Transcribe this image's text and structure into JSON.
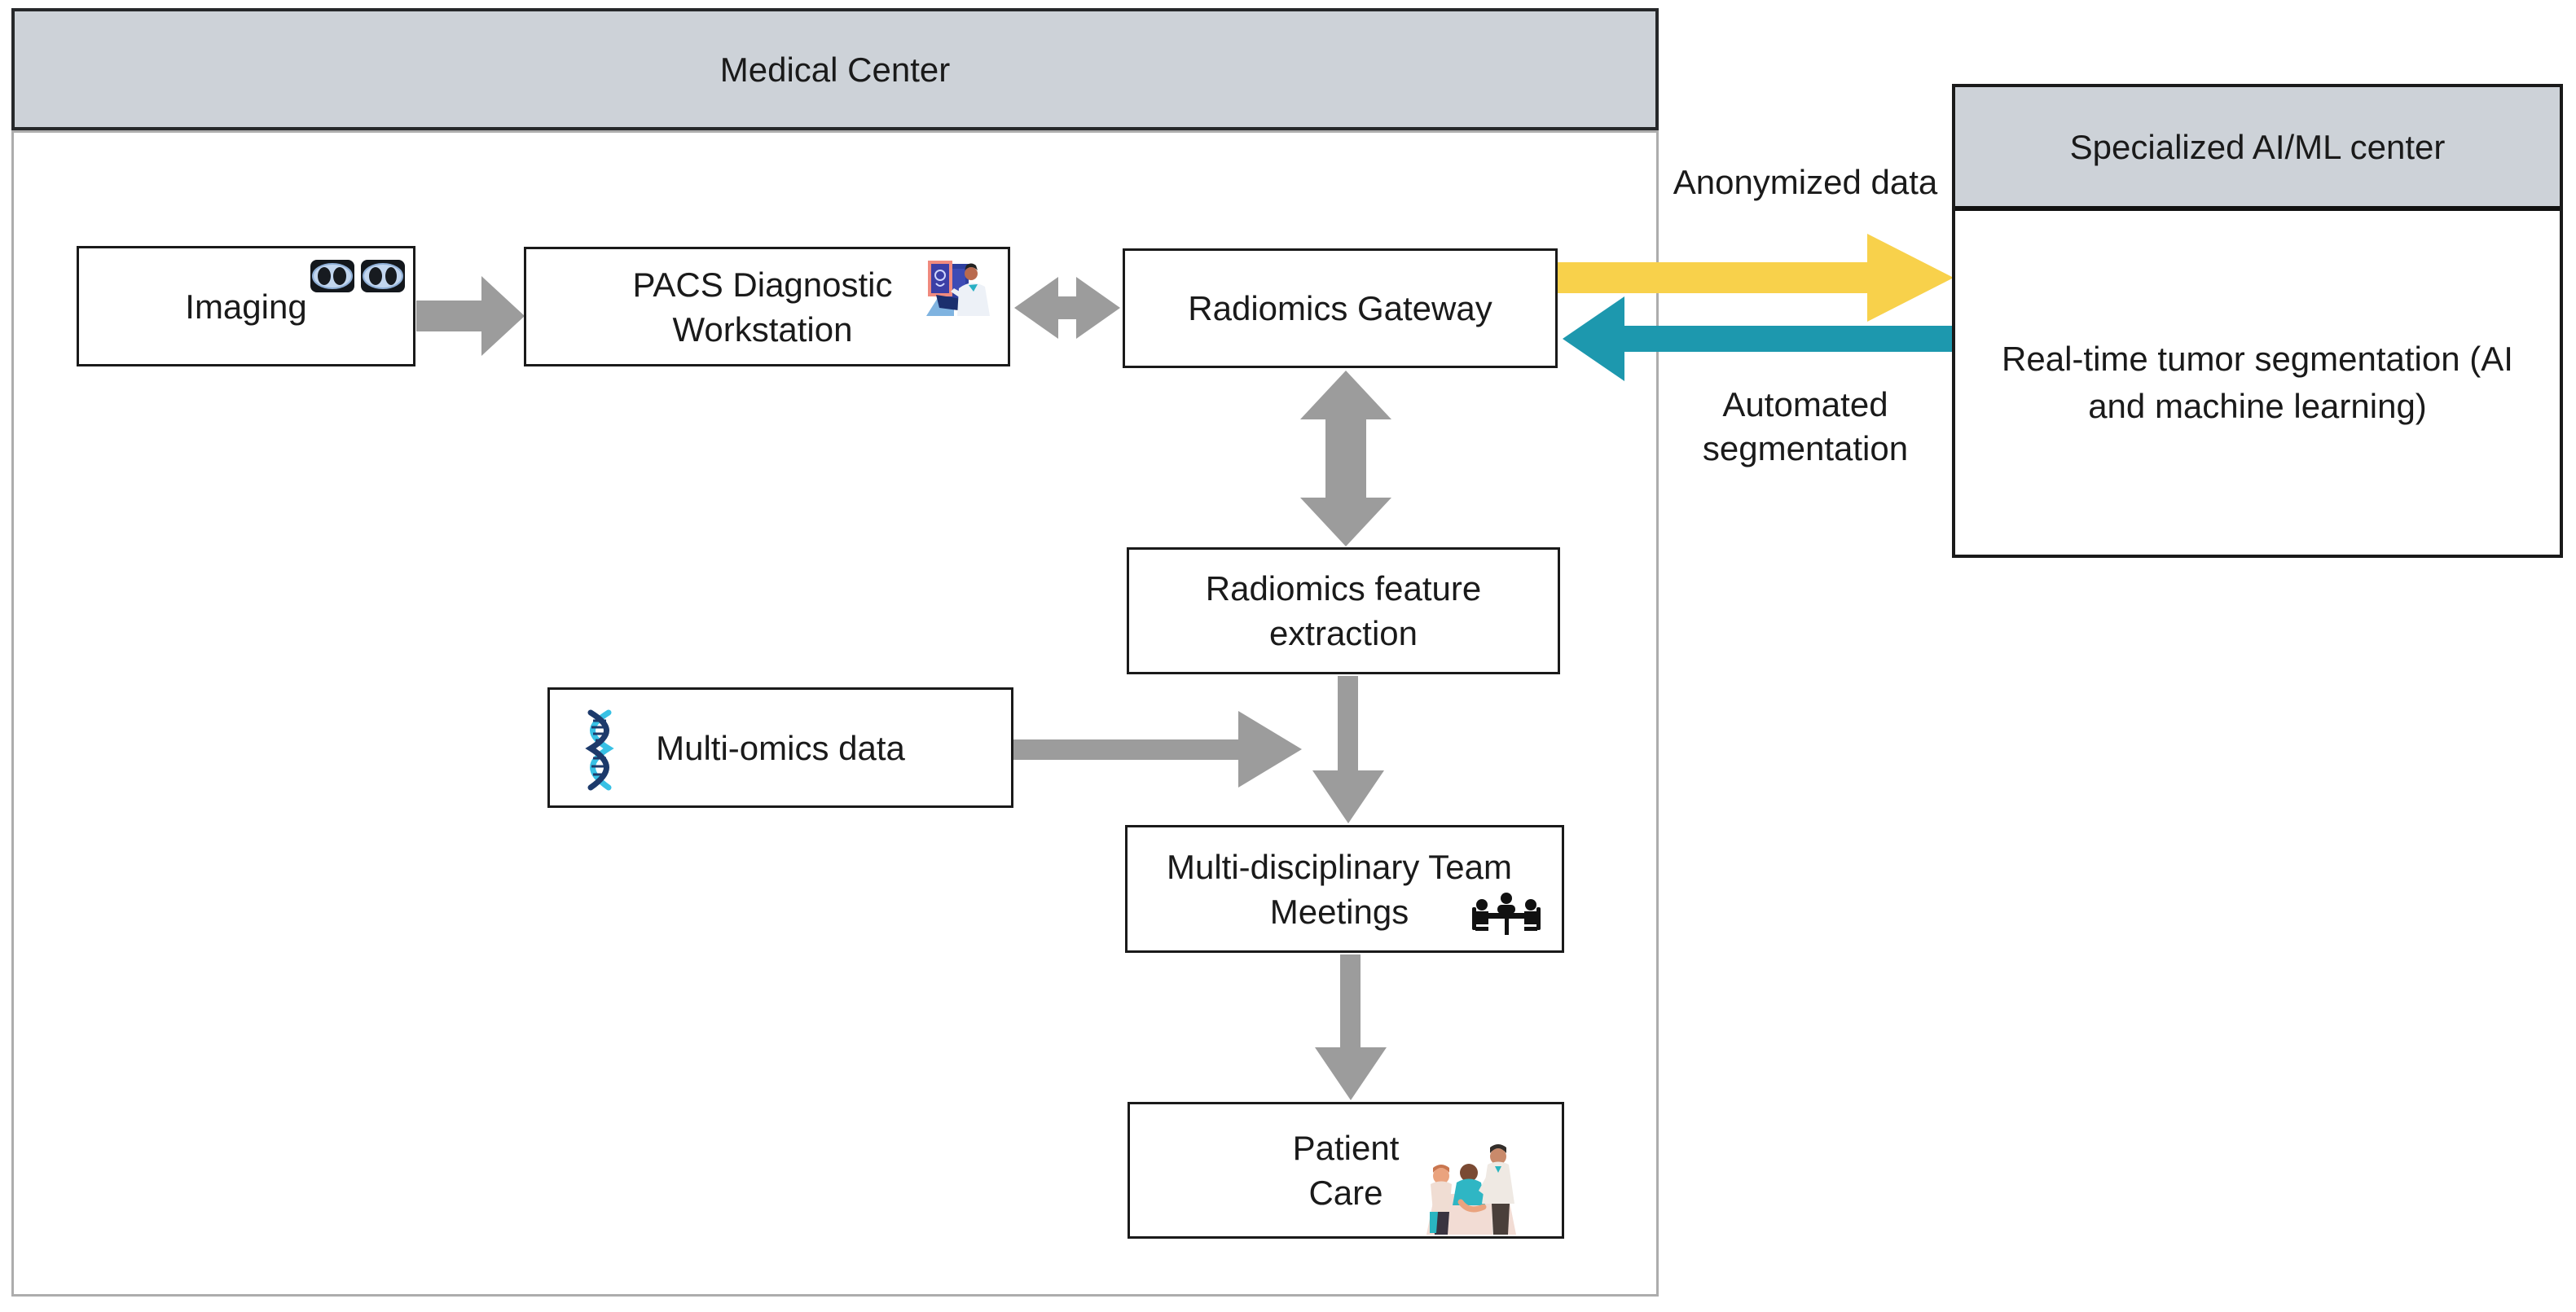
{
  "colors": {
    "header_fill": "#cdd2d8",
    "box_border": "#1a1a1a",
    "container_border": "#adadad",
    "arrow_gray": "#9c9c9c",
    "arrow_yellow": "#f8d14b",
    "arrow_teal": "#1d98ae",
    "text_color": "#1a1a1a"
  },
  "medical_center": {
    "title": "Medical Center"
  },
  "ai_ml_center": {
    "title": "Specialized AI/ML center",
    "body": "Real-time tumor segmentation (AI and machine learning)"
  },
  "boxes": {
    "imaging": {
      "label": "Imaging"
    },
    "pacs": {
      "line1": "PACS Diagnostic",
      "line2": "Workstation"
    },
    "gateway": {
      "label": "Radiomics Gateway"
    },
    "feature": {
      "line1": "Radiomics feature",
      "line2": "extraction"
    },
    "multiomics": {
      "label": "Multi-omics data"
    },
    "mdt": {
      "line1": "Multi-disciplinary Team",
      "line2": "Meetings"
    },
    "patient": {
      "line1": "Patient",
      "line2": "Care"
    }
  },
  "arrow_labels": {
    "anonymized": "Anonymized data",
    "automated_line1": "Automated",
    "automated_line2": "segmentation"
  },
  "icons": {
    "imaging": "ct-scan-icon",
    "pacs": "radiologist-workstation-icon",
    "multiomics": "dna-helix-icon",
    "mdt": "meeting-table-icon",
    "patient": "patient-care-icon"
  }
}
